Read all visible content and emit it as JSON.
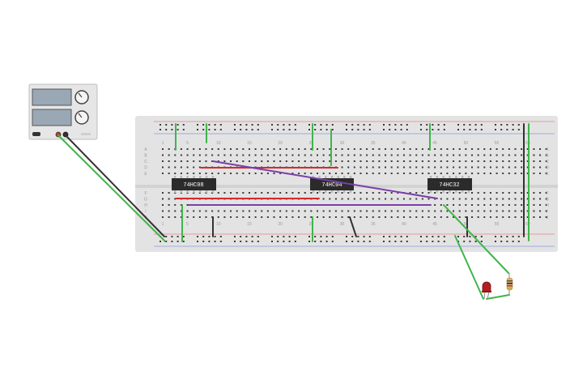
{
  "colors": {
    "background": "#ffffff",
    "breadboard": "#e3e3e3",
    "hole": "#3a3a3a",
    "rail_red": "#e35a5a",
    "rail_blue": "#5a7ad6",
    "label_text": "#9a9a9a",
    "chip_body": "#2b2b2b",
    "chip_text": "#ffffff",
    "pin": "#b9b9b9",
    "wire_green": "#3fb54a",
    "wire_black": "#333333",
    "wire_red": "#d62a2a",
    "wire_purple": "#7a3fa8",
    "psu_body": "#e6e6e6",
    "psu_display": "#9aa8b5",
    "led_red": "#b51e1e",
    "resistor": "#d6b27a"
  },
  "power_supply": {
    "display_top_value": "",
    "display_bottom_value": "",
    "knob_top_label": "",
    "knob_bottom_label": "",
    "switch_icon": "power-switch-icon",
    "terminal_positive": "terminal-positive-icon",
    "terminal_negative": "terminal-negative-icon"
  },
  "breadboard": {
    "row_letters_top": [
      "A",
      "B",
      "C",
      "D",
      "E"
    ],
    "row_letters_bottom": [
      "F",
      "G",
      "H",
      "I",
      "J"
    ],
    "column_numbers": [
      "1",
      "5",
      "10",
      "15",
      "20",
      "25",
      "30",
      "35",
      "40",
      "45",
      "50",
      "55",
      "60"
    ]
  },
  "chips": [
    {
      "label": "74HC08"
    },
    {
      "label": "74HC04"
    },
    {
      "label": "74HC32"
    }
  ],
  "components": {
    "led": {
      "name": "red LED"
    },
    "resistor": {
      "name": "resistor"
    }
  }
}
